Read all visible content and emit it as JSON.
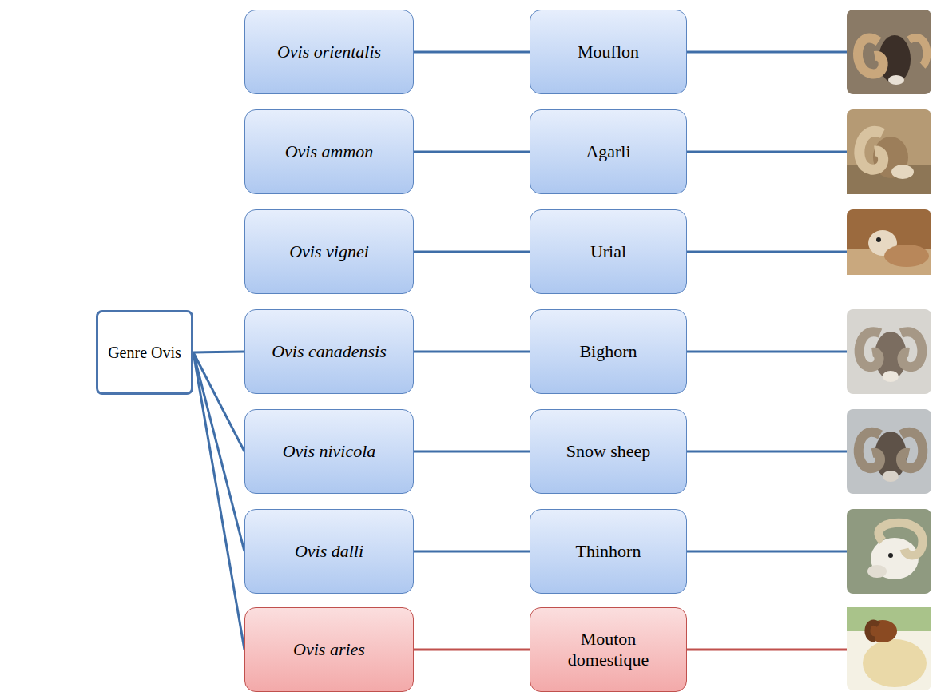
{
  "diagram": {
    "nodes": [
      {
        "text": [
          "Genre Ovis"
        ]
      },
      {
        "text": [
          "Ovis orientalis"
        ]
      },
      {
        "text": [
          "Mouflon"
        ]
      },
      {
        "text": [
          "Ovis ammon"
        ]
      },
      {
        "text": [
          "Agarli"
        ]
      },
      {
        "text": [
          "Ovis vignei"
        ]
      },
      {
        "text": [
          "Urial"
        ]
      },
      {
        "text": [
          "Ovis canadensis"
        ]
      },
      {
        "text": [
          "Bighorn"
        ]
      },
      {
        "text": [
          "Ovis nivicola"
        ]
      },
      {
        "text": [
          "Snow sheep"
        ]
      },
      {
        "text": [
          "Ovis dalli"
        ]
      },
      {
        "text": [
          "Thinhorn"
        ]
      },
      {
        "text": [
          "Ovis aries"
        ]
      },
      {
        "text": [
          "Mouton domestique"
        ]
      }
    ],
    "edges": [
      {
        "from": 0,
        "to": 7,
        "arrow": "none"
      },
      {
        "from": 0,
        "to": 9,
        "arrow": "none"
      },
      {
        "from": 0,
        "to": 11,
        "arrow": "none"
      },
      {
        "from": 0,
        "to": 13,
        "arrow": "none"
      },
      {
        "from": 1,
        "to": 2,
        "arrow": "none"
      },
      {
        "from": 3,
        "to": 4,
        "arrow": "none"
      },
      {
        "from": 5,
        "to": 6,
        "arrow": "none"
      },
      {
        "from": 7,
        "to": 8,
        "arrow": "none"
      },
      {
        "from": 9,
        "to": 10,
        "arrow": "none"
      },
      {
        "from": 11,
        "to": 12,
        "arrow": "none"
      },
      {
        "from": 13,
        "to": 14,
        "arrow": "none"
      }
    ]
  }
}
